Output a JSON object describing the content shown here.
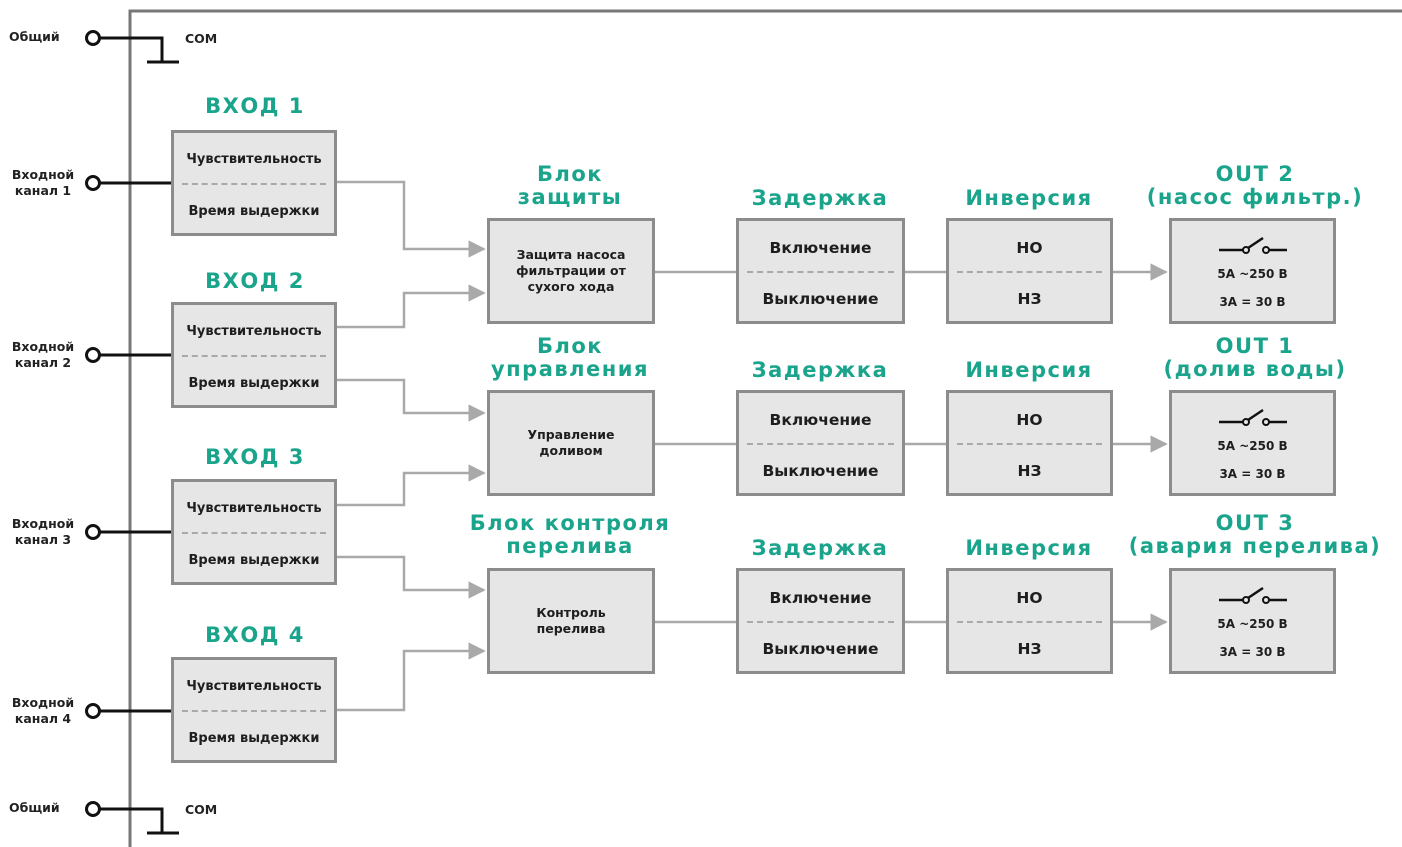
{
  "com": {
    "left_label": "Общий",
    "right_label": "COM"
  },
  "inputs": [
    {
      "title": "ВХОД 1",
      "channel": "Входной канал 1",
      "sens": "Чувствительность",
      "hold": "Время выдержки"
    },
    {
      "title": "ВХОД 2",
      "channel": "Входной канал 2",
      "sens": "Чувствительность",
      "hold": "Время выдержки"
    },
    {
      "title": "ВХОД 3",
      "channel": "Входной канал 3",
      "sens": "Чувствительность",
      "hold": "Время выдержки"
    },
    {
      "title": "ВХОД 4",
      "channel": "Входной канал 4",
      "sens": "Чувствительность",
      "hold": "Время выдержки"
    }
  ],
  "blocks": [
    {
      "title": "Блок защиты",
      "text": "Защита насоса фильтрации от сухого хода"
    },
    {
      "title": "Блок управления",
      "text": "Управление доливом"
    },
    {
      "title": "Блок контроля перелива",
      "text": "Контроль перелива"
    }
  ],
  "delay": {
    "title": "Задержка",
    "on": "Включение",
    "off": "Выключение"
  },
  "inversion": {
    "title": "Инверсия",
    "no": "НО",
    "nc": "НЗ"
  },
  "outputs": [
    {
      "title": "OUT 2",
      "subtitle": "(насос фильтр.)",
      "rating1": "5A ~250 B",
      "rating2": "3A = 30 B"
    },
    {
      "title": "OUT 1",
      "subtitle": "(долив воды)",
      "rating1": "5A ~250 B",
      "rating2": "3A = 30 B"
    },
    {
      "title": "OUT 3",
      "subtitle": "(авария перелива)",
      "rating1": "5A ~250 B",
      "rating2": "3A = 30 B"
    }
  ],
  "colors": {
    "accent": "#1aa48c",
    "box_fill": "#e6e6e6",
    "box_border": "#8c8c8c",
    "connector": "#a9a9a9",
    "wire": "#111111"
  }
}
